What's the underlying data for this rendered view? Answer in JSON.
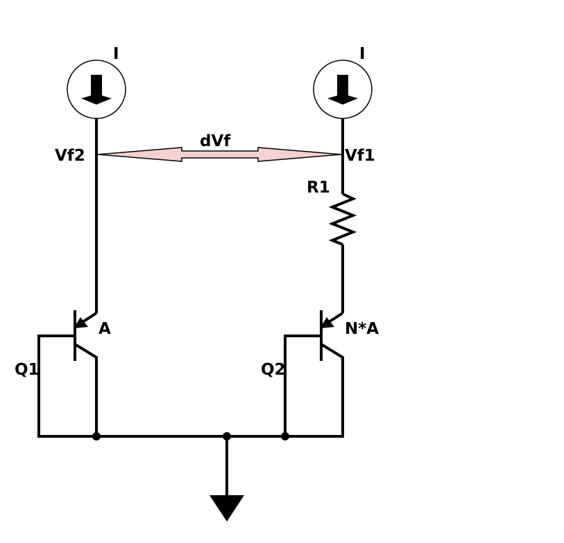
{
  "labels": {
    "source_left": "I",
    "source_right": "I",
    "vf2": "Vf2",
    "vf1": "Vf1",
    "dvf": "dVf",
    "r1": "R1",
    "q1": "Q1",
    "q2": "Q2",
    "area_q1": "A",
    "area_q2": "N*A"
  },
  "colors": {
    "wire": "#000000",
    "arrow_fill": "#f3d2d0"
  }
}
